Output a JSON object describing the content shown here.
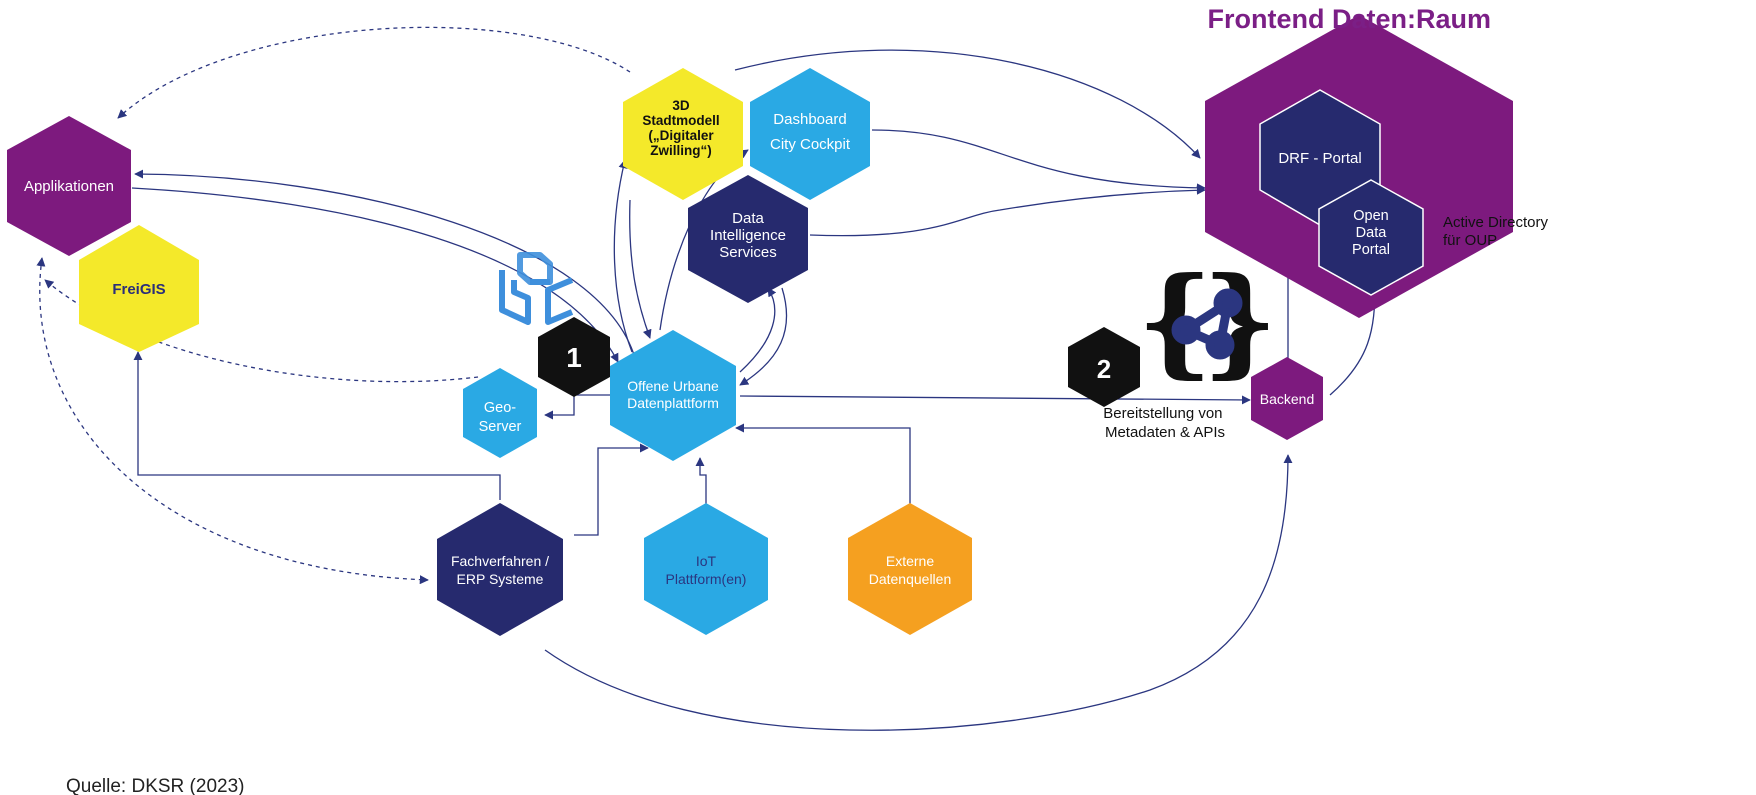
{
  "header": {
    "title": "Frontend Daten:Raum"
  },
  "colors": {
    "purple": "#7d1a7e",
    "navy": "#262a6e",
    "sky": "#2aa9e4",
    "yellow": "#f4e92a",
    "orange": "#f5a020",
    "black": "#111111",
    "edge": "#2b3680",
    "ogc": "#3e8fdc",
    "header_text": "#7b1f86"
  },
  "nodes": {
    "applikationen": {
      "label": [
        "Applikationen"
      ]
    },
    "freigis": {
      "label": [
        "FreiGIS"
      ]
    },
    "stadtmodell": {
      "label": [
        "3D",
        "Stadtmodell",
        "(„Digitaler",
        "Zwilling“)"
      ]
    },
    "dashboard": {
      "label": [
        "Dashboard",
        "City Cockpit"
      ]
    },
    "data_intelligence": {
      "label": [
        "Data",
        "Intelligence",
        "Services"
      ]
    },
    "oup": {
      "label": [
        "Offene Urbane",
        "Datenplattform"
      ]
    },
    "geoserver": {
      "label": [
        "Geo-",
        "Server"
      ]
    },
    "fachverfahren": {
      "label": [
        "Fachverfahren /",
        "ERP Systeme"
      ]
    },
    "iot": {
      "label": [
        "IoT",
        "Plattform(en)"
      ]
    },
    "externe": {
      "label": [
        "Externe",
        "Datenquellen"
      ]
    },
    "frontend": {
      "label": []
    },
    "drf_portal": {
      "label": [
        "DRF - Portal"
      ]
    },
    "open_data_portal": {
      "label": [
        "Open",
        "Data",
        "Portal"
      ]
    },
    "backend": {
      "label": [
        "Backend"
      ]
    },
    "badge1": {
      "label": [
        "1"
      ]
    },
    "badge2": {
      "label": [
        "2"
      ]
    }
  },
  "annotations": {
    "active_directory": [
      "Active Directory",
      "für OUP"
    ],
    "bereitstellung": [
      "Bereitstellung von",
      "Metadaten & APIs"
    ],
    "source": "Quelle: DKSR (2023)"
  },
  "icons": {
    "ogc": "ogc-logo-icon",
    "api": "api-braces-icon"
  }
}
